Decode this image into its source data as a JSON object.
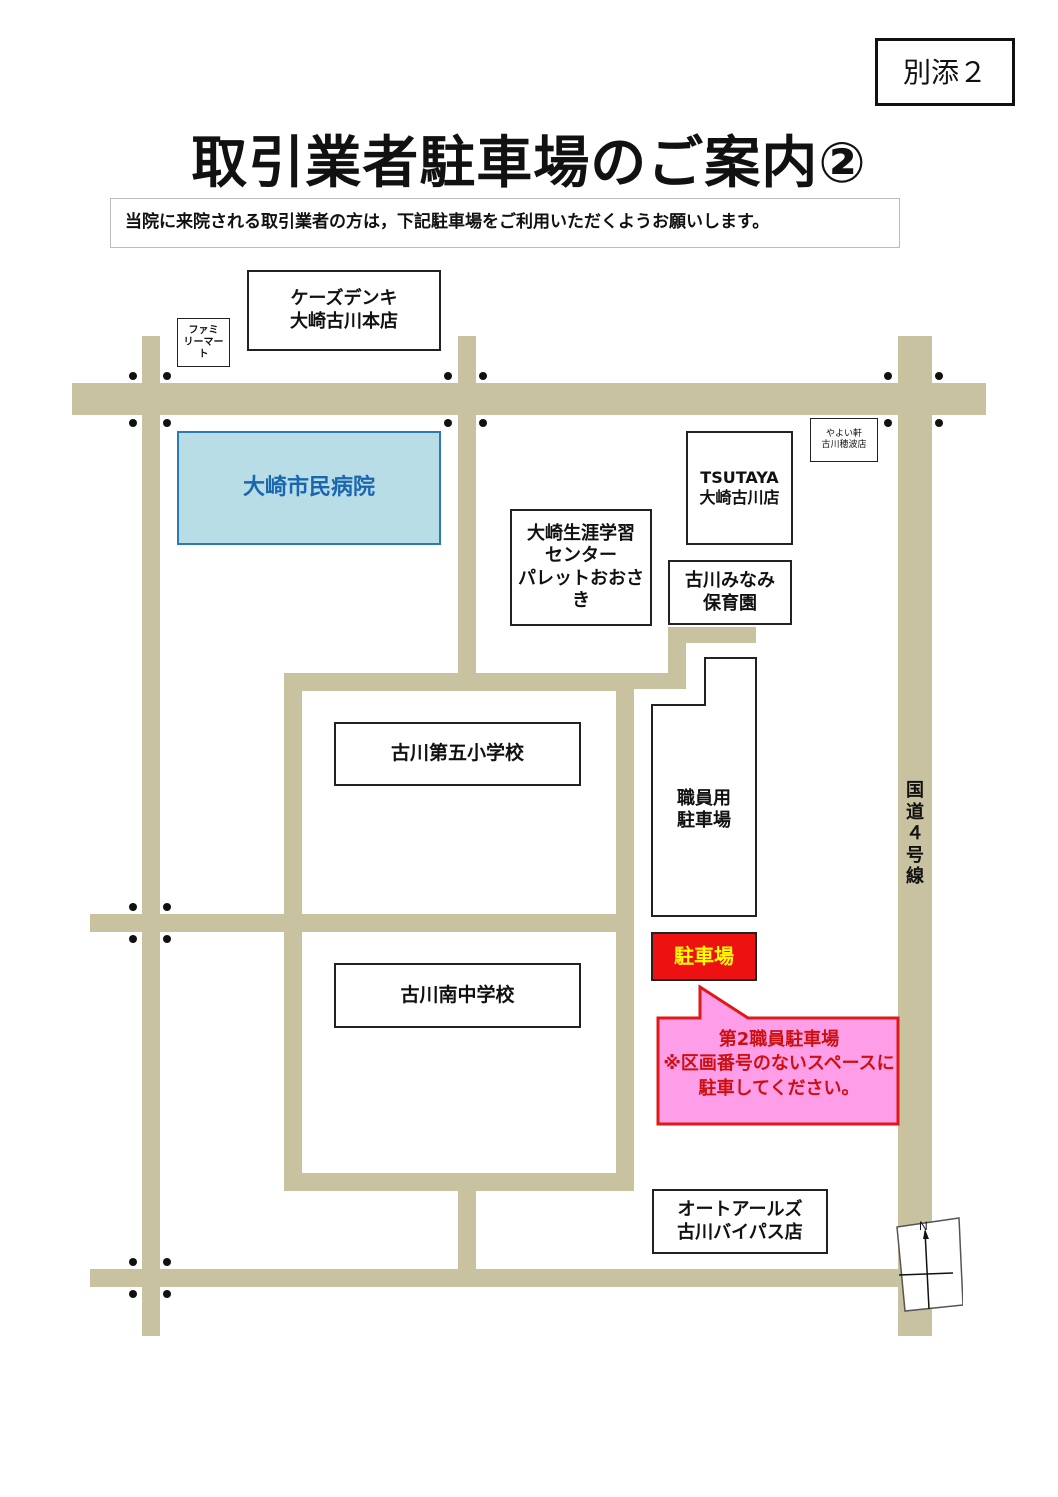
{
  "attachment_label": "別添２",
  "title": "取引業者駐車場のご案内②",
  "notice": "当院に来院される取引業者の方は，下記駐車場をご利用いただくようお願いします。",
  "map": {
    "landmarks": {
      "ks_denki": "ケーズデンキ\n大崎古川本店",
      "family_mart": "ファミ\nリーマー\nト",
      "hospital": "大崎市民病院",
      "yayoiken": "やよい軒\n古川穂波店",
      "tsutaya": "TSUTAYA\n大崎古川店",
      "lifelong_center": "大崎生涯学習\nセンター\nパレットおおさ\nき",
      "nursery": "古川みなみ\n保育園",
      "elementary": "古川第五小学校",
      "staff_parking": "職員用\n駐車場",
      "parking": "駐車場",
      "junior_high": "古川南中学校",
      "autobacs": "オートアールズ\n古川バイパス店"
    },
    "callout": {
      "line1": "第2職員駐車場",
      "line2": "※区画番号のないスペースに駐車してください。"
    },
    "route_label": "国道４号線",
    "compass": "N"
  },
  "colors": {
    "road": "#c8c2a0",
    "hospital_fill": "#b8dde6",
    "hospital_border": "#2a7ab8",
    "parking_fill": "#ee1111",
    "parking_text": "#ffff00",
    "callout_fill": "#ff9ee8",
    "callout_border": "#e01818",
    "callout_text": "#cc1010"
  }
}
